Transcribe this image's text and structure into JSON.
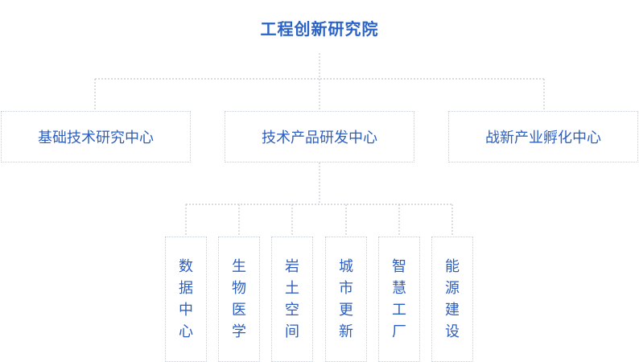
{
  "root": {
    "title": "工程创新研究院"
  },
  "centers": [
    {
      "label": "基础技术研究中心"
    },
    {
      "label": "技术产品研发中心"
    },
    {
      "label": "战新产业孵化中心"
    }
  ],
  "sub_centers": [
    {
      "label": "数据中心"
    },
    {
      "label": "生物医学"
    },
    {
      "label": "岩土空间"
    },
    {
      "label": "城市更新"
    },
    {
      "label": "智慧工厂"
    },
    {
      "label": "能源建设"
    }
  ],
  "colors": {
    "accent": "#2a63c7",
    "text": "#2d5fc0",
    "border": "#c9ced6"
  }
}
